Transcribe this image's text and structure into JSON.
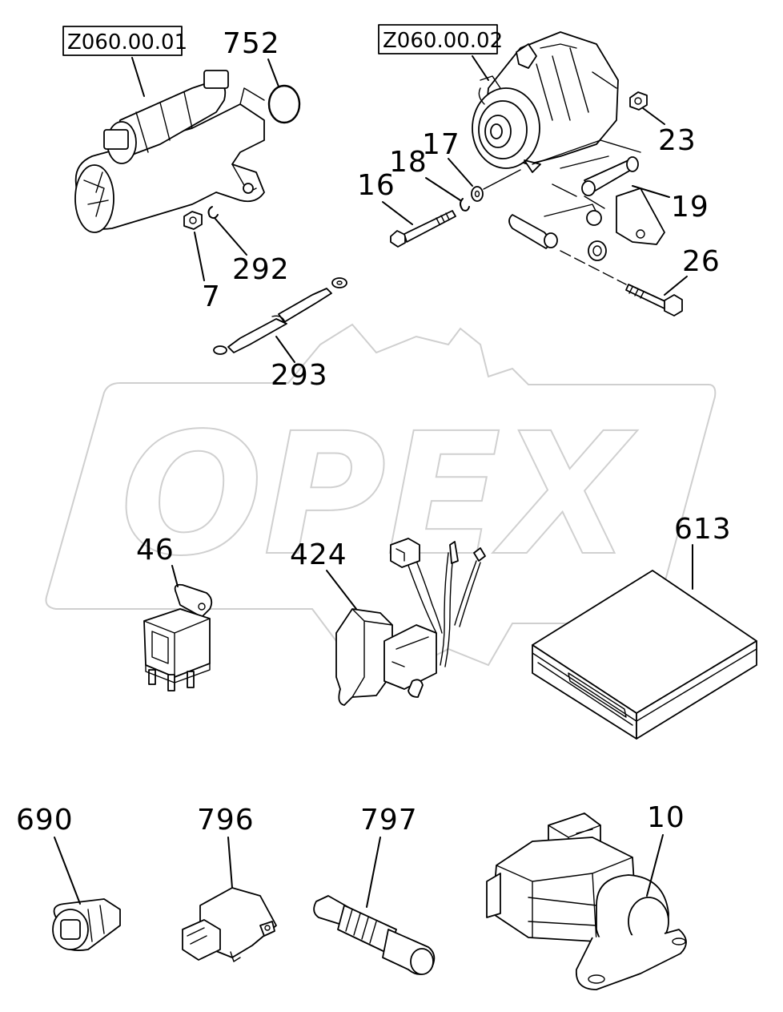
{
  "references": [
    {
      "id": "ref-starter",
      "text": "Z060.00.01"
    },
    {
      "id": "ref-alternator",
      "text": "Z060.00.02"
    }
  ],
  "callouts": [
    {
      "id": "752",
      "text": "752"
    },
    {
      "id": "7",
      "text": "7"
    },
    {
      "id": "292",
      "text": "292"
    },
    {
      "id": "293",
      "text": "293"
    },
    {
      "id": "23",
      "text": "23"
    },
    {
      "id": "17",
      "text": "17"
    },
    {
      "id": "18",
      "text": "18"
    },
    {
      "id": "16",
      "text": "16"
    },
    {
      "id": "19",
      "text": "19"
    },
    {
      "id": "26",
      "text": "26"
    },
    {
      "id": "46",
      "text": "46"
    },
    {
      "id": "424",
      "text": "424"
    },
    {
      "id": "613",
      "text": "613"
    },
    {
      "id": "690",
      "text": "690"
    },
    {
      "id": "796",
      "text": "796"
    },
    {
      "id": "797",
      "text": "797"
    },
    {
      "id": "10",
      "text": "10"
    }
  ],
  "watermark": {
    "text": "OPEX",
    "color": "#d0d0d0"
  }
}
